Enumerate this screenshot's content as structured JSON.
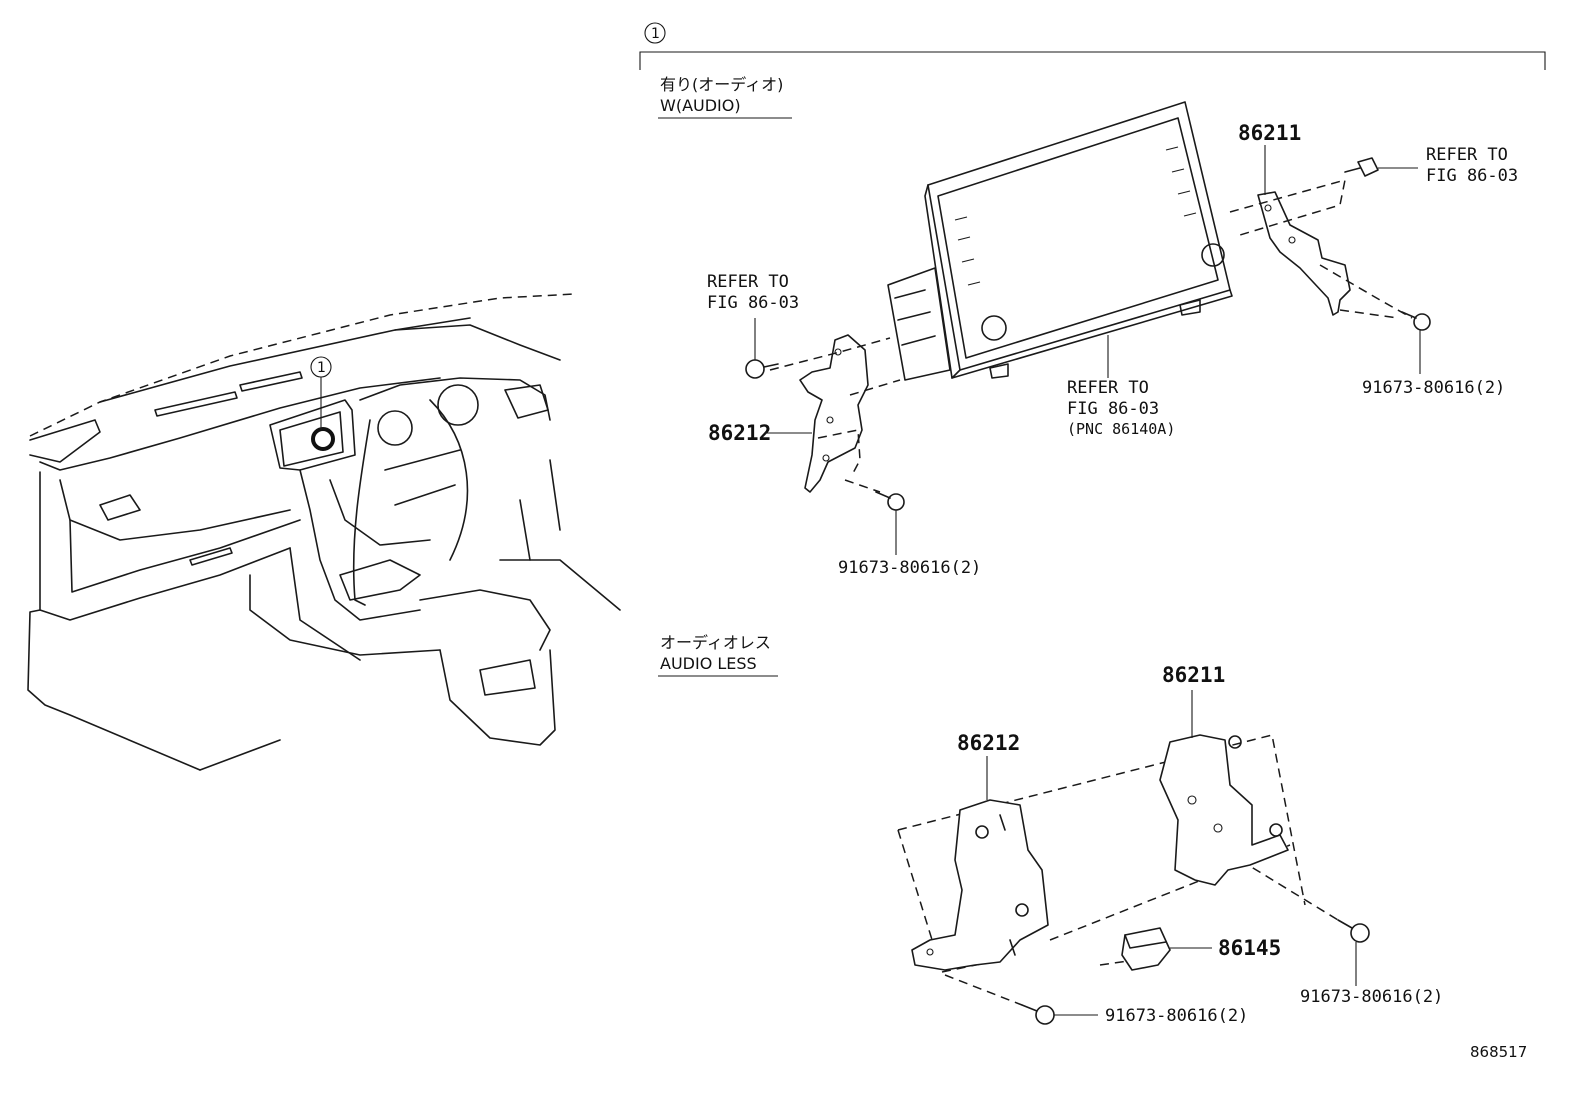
{
  "callout_number": "1",
  "variant_with_audio": {
    "jp": "有り(オーディオ)",
    "en": "W(AUDIO)"
  },
  "variant_audio_less": {
    "jp": "オーディオレス",
    "en": "AUDIO LESS"
  },
  "labels": {
    "refer_to": "REFER TO",
    "fig": "FIG 86-03",
    "pnc": "(PNC 86140A)"
  },
  "parts": {
    "bracket_right": "86211",
    "bracket_left": "86212",
    "screw": "91673-80616(2)",
    "module": "86145"
  },
  "figure_ref": "868517"
}
